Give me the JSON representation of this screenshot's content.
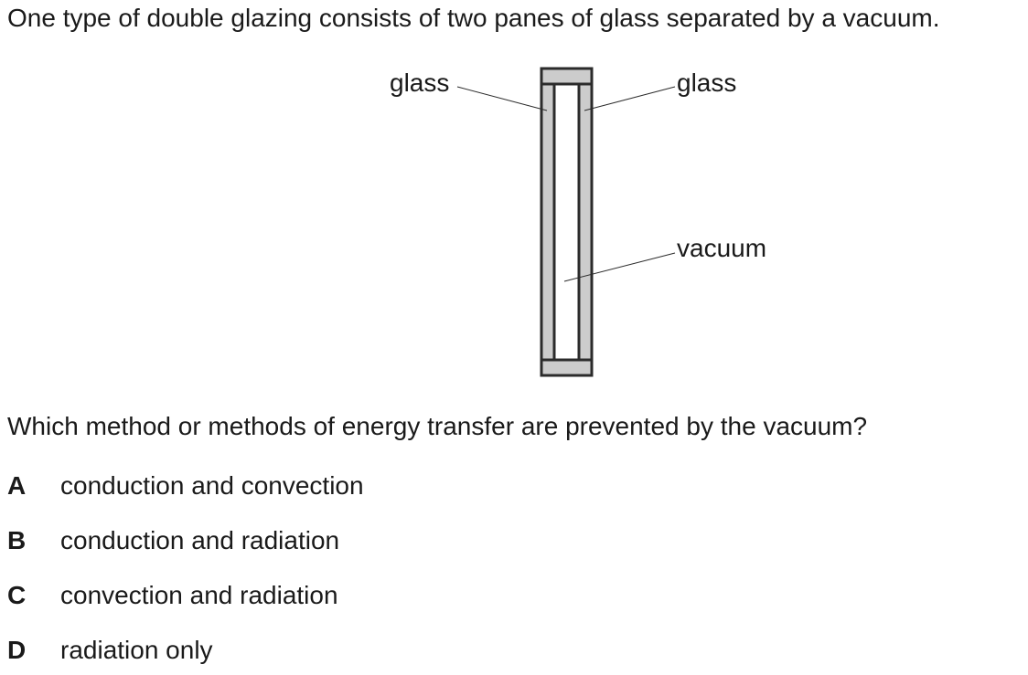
{
  "intro_text": "One type of double glazing consists of two panes of glass separated by a vacuum.",
  "diagram": {
    "label_left": "glass",
    "label_right": "glass",
    "label_gap": "vacuum"
  },
  "question_text": "Which method or methods of energy transfer are prevented by the vacuum?",
  "options": [
    {
      "letter": "A",
      "text": "conduction and convection"
    },
    {
      "letter": "B",
      "text": "conduction and radiation"
    },
    {
      "letter": "C",
      "text": "convection and radiation"
    },
    {
      "letter": "D",
      "text": "radiation only"
    }
  ],
  "colors": {
    "glass_fill": "#cccccc",
    "outline": "#2b2b2b"
  }
}
